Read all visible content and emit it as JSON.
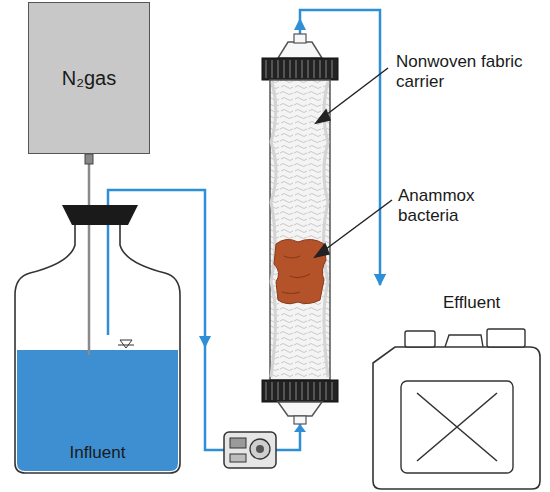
{
  "diagram": {
    "nodes": [
      {
        "text": [
          "N₂gas"
        ]
      },
      {
        "text": [
          "Influent"
        ]
      },
      {
        "text": [
          "Effluent"
        ]
      }
    ],
    "edges": [
      {
        "from": 0,
        "to": 1,
        "arrow": "none"
      },
      {
        "from": 1,
        "to": 2,
        "arrow": "to"
      }
    ],
    "labels": [
      "Nonwoven fabric carrier",
      "Anammox bacteria"
    ]
  }
}
